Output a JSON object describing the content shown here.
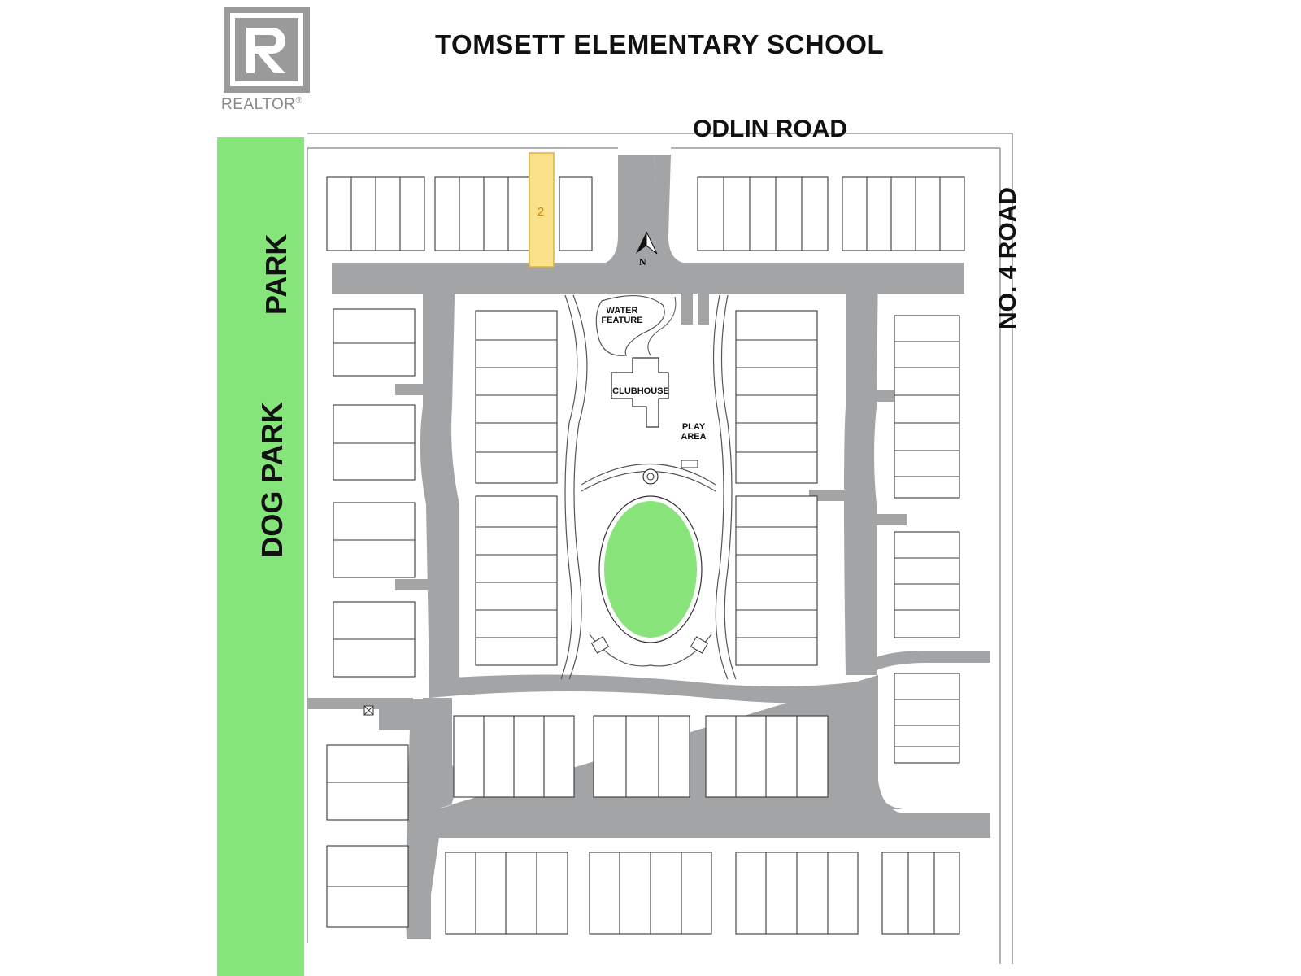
{
  "title": "TOMSETT ELEMENTARY SCHOOL",
  "logo": {
    "text": "REALTOR",
    "registered_mark": "®",
    "letter": "R"
  },
  "roads": {
    "north": "ODLIN ROAD",
    "east": "NO. 4 ROAD"
  },
  "park_labels": {
    "park": "PARK",
    "dog_park": "DOG PARK"
  },
  "site_features": {
    "water_feature_line1": "WATER",
    "water_feature_line2": "FEATURE",
    "clubhouse": "CLUBHOUSE",
    "play_area_line1": "PLAY",
    "play_area_line2": "AREA"
  },
  "north_arrow": "N",
  "highlighted_unit": "2",
  "colors": {
    "road": "#a3a4a6",
    "park": "#85e57a",
    "lawn": "#88e37a",
    "highlight": "#fbe18a",
    "building_outline": "#3a3a3a"
  }
}
